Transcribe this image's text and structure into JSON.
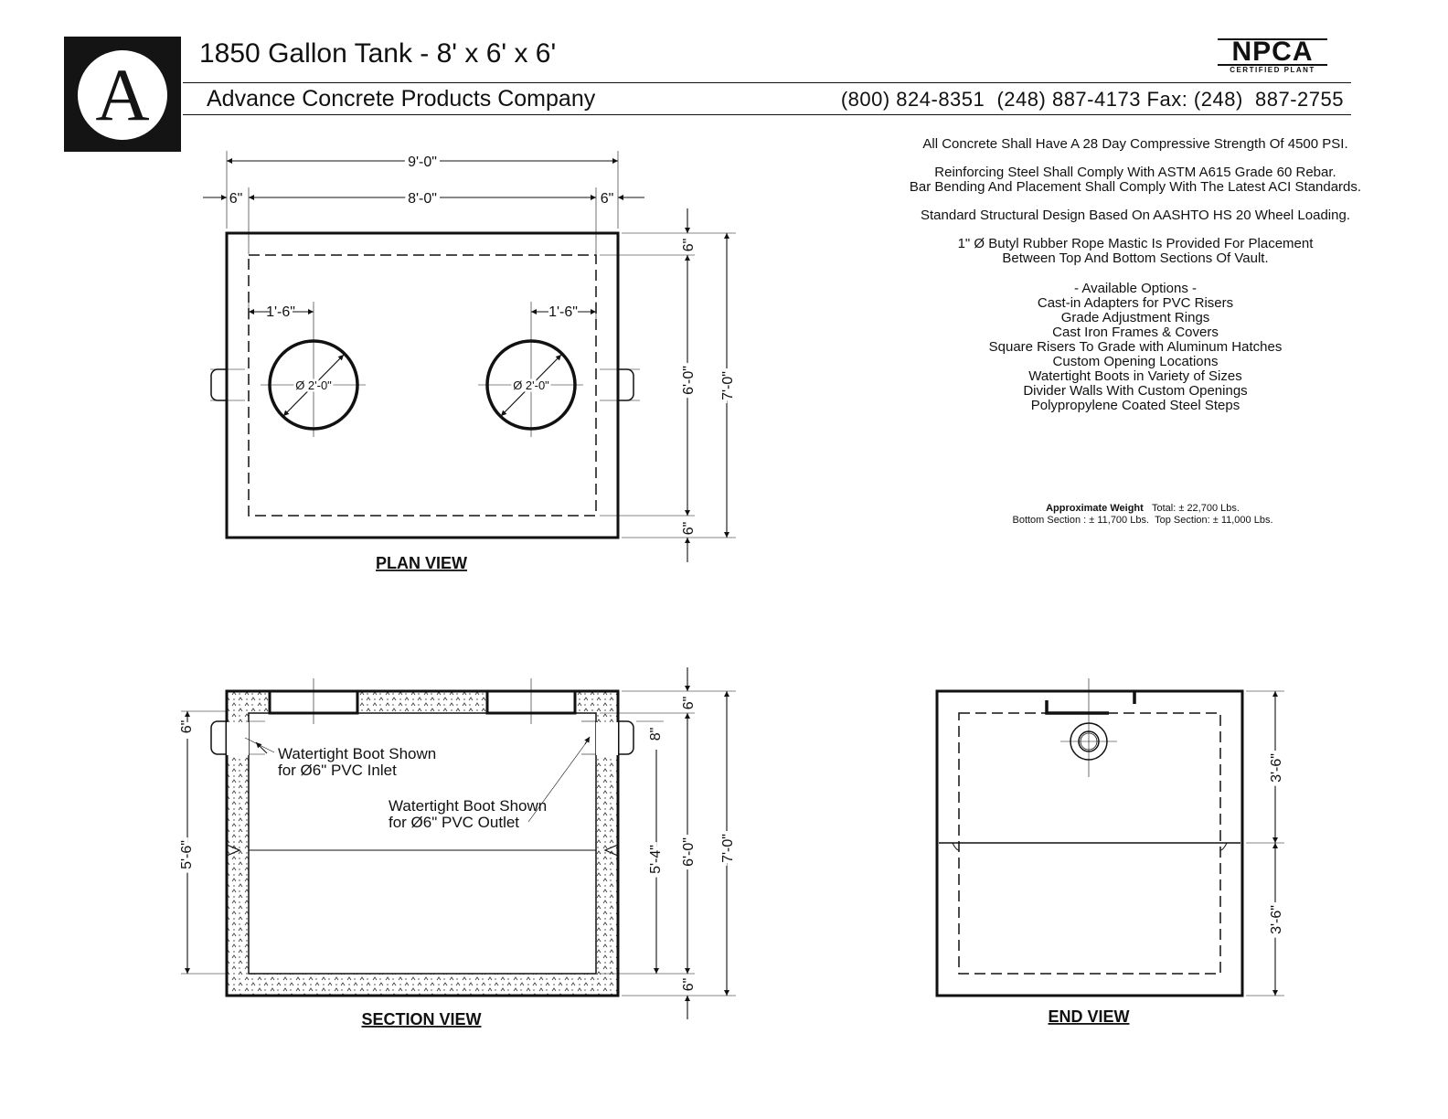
{
  "header": {
    "logo_letter": "A",
    "title": "1850 Gallon Tank - 8' x 6' x 6'",
    "company": "Advance Concrete Products Company",
    "phones": "(800) 824-8351  (248) 887-4173 Fax: (248)  887-2755",
    "badge": {
      "main": "NPCA",
      "sub": "CERTIFIED PLANT"
    }
  },
  "notes": {
    "strength": "All Concrete Shall Have A 28 Day Compressive Strength Of 4500 PSI.",
    "steel_1": "Reinforcing Steel Shall Comply With ASTM A615 Grade 60 Rebar.",
    "steel_2": "Bar Bending And Placement Shall Comply With The Latest ACI Standards.",
    "design": "Standard Structural Design Based On AASHTO HS 20 Wheel Loading.",
    "mastic_1": "1\" Ø Butyl Rubber Rope Mastic Is Provided For Placement",
    "mastic_2": "Between Top And Bottom Sections Of Vault."
  },
  "options": {
    "heading": "- Available Options -",
    "items": [
      "Cast-in Adapters for PVC Risers",
      "Grade Adjustment Rings",
      "Cast Iron Frames & Covers",
      "Square Risers To Grade with Aluminum Hatches",
      "Custom Opening Locations",
      "Watertight Boots in Variety of Sizes",
      "Divider Walls With Custom Openings",
      "Polypropylene Coated Steel Steps"
    ]
  },
  "weight": {
    "label": "Approximate Weight",
    "total": "Total:  ± 22,700 Lbs.",
    "bottom": "Bottom Section : ± 11,700 Lbs.",
    "top": "Top Section: ±  11,000 Lbs."
  },
  "plan_view": {
    "label": "PLAN VIEW",
    "overall_width": "9'-0\"",
    "inner_width": "8'-0\"",
    "wall_left": "6\"",
    "wall_right": "6\"",
    "opening_offset_left": "1'-6\"",
    "opening_offset_right": "1'-6\"",
    "opening_dia_left": "Ø 2'-0\"",
    "opening_dia_right": "Ø 2'-0\"",
    "wall_top": "6\"",
    "wall_bottom": "6\"",
    "inner_length": "6'-0\"",
    "overall_length": "7'-0\""
  },
  "section_view": {
    "label": "SECTION VIEW",
    "inlet_note_1": "Watertight Boot Shown",
    "inlet_note_2": "for Ø6\" PVC Inlet",
    "outlet_note_1": "Watertight Boot Shown",
    "outlet_note_2": "for Ø6\" PVC Outlet",
    "inlet_offset": "6\"",
    "inlet_height": "5'-6\"",
    "outlet_offset": "8\"",
    "outlet_height": "5'-4\"",
    "lid_thickness": "6\"",
    "floor_thickness": "6\"",
    "inner_height": "6'-0\"",
    "overall_height": "7'-0\""
  },
  "end_view": {
    "label": "END VIEW",
    "top_section": "3'-6\"",
    "bottom_section": "3'-6\""
  }
}
